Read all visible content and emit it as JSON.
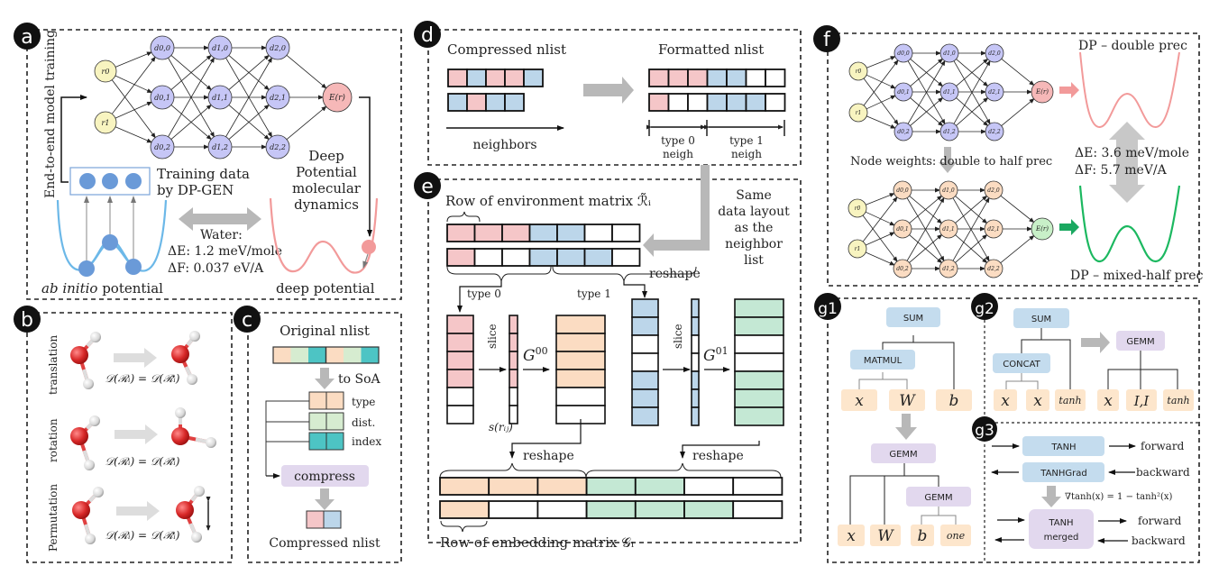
{
  "figure": {
    "panels": {
      "a": {
        "letter": "a",
        "side_label": "End-to-end model training",
        "nn_inputs": [
          "r0",
          "r1"
        ],
        "nn_hidden": [
          [
            "d0,0",
            "d0,1",
            "d0,2"
          ],
          [
            "d1,0",
            "d1,1",
            "d1,2"
          ],
          [
            "d2,0",
            "d2,1",
            "d2,2"
          ]
        ],
        "nn_output": "E(r)",
        "training_data_label_1": "Training data",
        "training_data_label_2": "by DP-GEN",
        "dpmd_label": [
          "Deep",
          "Potential",
          "molecular",
          "dynamics"
        ],
        "water_label": "Water:",
        "delta_e": "ΔE: 1.2 meV/mole",
        "delta_f": "ΔF: 0.037 eV/A",
        "ab_initio_italic": "ab initio",
        "ab_initio_rest": " potential",
        "deep_potential": "deep potential"
      },
      "b": {
        "letter": "b",
        "rows": [
          {
            "label": "translation",
            "equation": "𝒟(ℛᵢ) = 𝒟(ℛ̃ᵢ)"
          },
          {
            "label": "rotation",
            "equation": "𝒟(ℛᵢ) = 𝒟(ℛ̃ᵢ)"
          },
          {
            "label": "Permutation",
            "equation": "𝒟(ℛᵢ) = 𝒟(ℛ̃ᵢ)"
          }
        ]
      },
      "c": {
        "letter": "c",
        "title": "Original nlist",
        "to_soa": "to SoA",
        "fields": [
          "type",
          "dist.",
          "index"
        ],
        "compress": "compress",
        "footer": "Compressed nlist"
      },
      "d": {
        "letter": "d",
        "compressed_title": "Compressed nlist",
        "formatted_title": "Formatted nlist",
        "neighbors": "neighbors",
        "compressed_rows": [
          [
            "p",
            "b",
            "p",
            "p",
            "b"
          ],
          [
            "b",
            "p",
            "b",
            "b"
          ]
        ],
        "formatted_rows": [
          [
            "p",
            "p",
            "p",
            "b",
            "b",
            "w",
            "w"
          ],
          [
            "p",
            "w",
            "w",
            "b",
            "b",
            "b",
            "w"
          ]
        ],
        "type0_l1": "type 0",
        "type0_l2": "neigh",
        "type1_l1": "type 1",
        "type1_l2": "neigh"
      },
      "e": {
        "letter": "e",
        "env_title": "Row of environment matrix ℛ̃ᵢ",
        "side_note": [
          "Same",
          "data layout",
          "as the",
          "neighbor",
          "list"
        ],
        "type0": "type 0",
        "type1": "type 1",
        "reshape": "reshape",
        "slice": "slice",
        "g00": "G",
        "g00_sup": "00",
        "g01": "G",
        "g01_sup": "01",
        "s_rij": "s(rᵢⱼ)",
        "embed_title": "Row of embedding matrix 𝒢ᵢ",
        "col0": [
          "p",
          "p",
          "p",
          "p",
          "w",
          "w"
        ],
        "col1": [
          "b",
          "b",
          "w",
          "w",
          "b",
          "b",
          "b"
        ],
        "out0": [
          "o",
          "o",
          "o",
          "o",
          "w",
          "w"
        ],
        "out1": [
          "g",
          "g",
          "w",
          "w",
          "g",
          "g",
          "g"
        ],
        "embed_rows": [
          [
            "o",
            "o",
            "o",
            "g",
            "g",
            "w",
            "w"
          ],
          [
            "o",
            "w",
            "w",
            "g",
            "g",
            "g",
            "w"
          ]
        ]
      },
      "f": {
        "letter": "f",
        "double_prec": "DP – double prec",
        "mixed_prec": "DP – mixed-half prec",
        "node_weights": "Node weights: double to half prec",
        "delta_e": "ΔE: 3.6 meV/mole",
        "delta_f": "ΔF: 5.7 meV/A",
        "nn_inputs": [
          "r0",
          "r1"
        ],
        "nn_output": "E(r)"
      },
      "g1": {
        "letter": "g1",
        "sum": "SUM",
        "matmul": "MATMUL",
        "x": "x",
        "w": "W",
        "b": "b",
        "gemm": "GEMM",
        "one": "one"
      },
      "g2": {
        "letter": "g2",
        "sum": "SUM",
        "concat": "CONCAT",
        "x": "x",
        "tanh": "tanh",
        "gemm": "GEMM",
        "ii": "I,I"
      },
      "g3": {
        "letter": "g3",
        "tanh": "TANH",
        "tanhgrad": "TANHGrad",
        "forward": "forward",
        "backward": "backward",
        "formula": "∇tanh(x) = 1 − tanh²(x)",
        "merged_1": "TANH",
        "merged_2": "merged"
      }
    },
    "colors": {
      "pink": "#f5c6c8",
      "blue_cell": "#bcd6ea",
      "orange": "#fbdcc2",
      "green_cell": "#c4e8d4",
      "teal": "#4dc4c4",
      "light_green": "#d6ecd0",
      "node_purple": "#c6c6f6",
      "node_yellow": "#f8f4c0",
      "node_red": "#f6b8b8",
      "node_orange": "#fbdcc2",
      "node_green": "#c8f0c8",
      "op_blue": "#c4dcee",
      "op_purple": "#e2d8ee",
      "leaf_orange": "#fde6cc",
      "curve_blue": "#6cb8e8",
      "curve_pink": "#f29a9a",
      "curve_green": "#1cb860",
      "dot_blue": "#6a9ad8",
      "arrow_gray": "#b8b8b8"
    }
  }
}
